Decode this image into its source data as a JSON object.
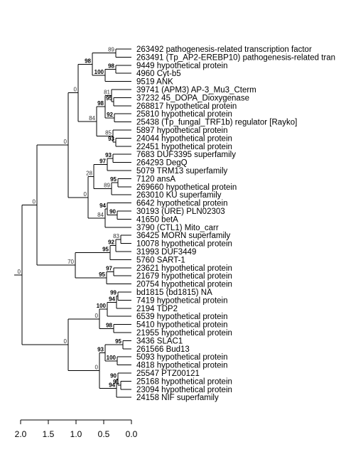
{
  "tree": {
    "leaves": [
      "263492 pathogenesis-related transcription factor",
      "263491 (Tp_AP2-EREBP10) pathogenesis-related tran",
      "9449 hypothetical protein",
      "4960 Cyt-b5",
      "9519 ANK",
      "39741 (APM3) AP-3_Mu3_Cterm",
      "37232 45_DOPA_Dioxygenase",
      "268817 hypothetical protein",
      "25810 hypothetical protein",
      "25438 (Tp_fungal_TRF1b) regulator [Rayko]",
      "5897 hypothetical protein",
      "24044 hypothetical protein",
      "22451 hypothetical protein",
      "7683 DUF3395 superfamily",
      "264293 DegQ",
      "5079 TRM13 superfamily",
      "7120 ansA",
      "269660 hypothetical protein",
      "263010 KU superfamily",
      "6642 hypothetical protein",
      "30193 (URE) PLN02303",
      "41650 betA",
      "3790 (CTL1) Mito_carr",
      "36425 MORN superfamily",
      "10078 hypothetical protein",
      "31993 DUF3449",
      "5760 SART-1",
      "23621 hypothetical protein",
      "21679 hypothetical protein",
      "20754 hypothetical protein",
      "bd1815 (bd1815) NA",
      "7419 hypothetical protein",
      "2194 TDP2",
      "6539 hypothetical protein",
      "5410 hypothetical protein",
      "21955 hypothetical protein",
      "3436 SLAC1",
      "261566 Bud13",
      "5093 hypothetical protein",
      "4818 hypothetical protein",
      "25547 PTZ00121",
      "25168 hypothetical protein",
      "23094 hypothetical protein",
      "24158 NIF superfamily"
    ],
    "supports": [
      "89",
      "98",
      "98",
      "100",
      "0",
      "81",
      "95",
      "98",
      "92",
      "84",
      "85",
      "93",
      "0",
      "93",
      "97",
      "28",
      "95",
      "89",
      "0",
      "94",
      "90",
      "84",
      "0",
      "83",
      "92",
      "95",
      "70",
      "97",
      "95",
      "0",
      "99",
      "94",
      "100",
      "0",
      "98",
      "0",
      "95",
      "93",
      "100",
      "0",
      "90",
      "91",
      "94",
      "0"
    ],
    "bold_supports": [
      "100",
      "98",
      "97",
      "95",
      "94",
      "93",
      "92",
      "91",
      "90",
      "99"
    ]
  },
  "axis": {
    "ticks": [
      "2.0",
      "1.5",
      "1.0",
      "0.5",
      "0.0"
    ]
  },
  "colors": {
    "line": "#000000",
    "background": "#ffffff"
  }
}
